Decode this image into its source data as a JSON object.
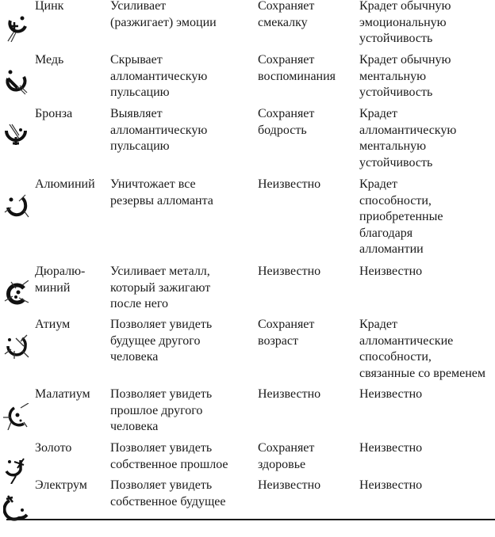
{
  "table": {
    "rows": [
      {
        "icon": "zinc-symbol-icon",
        "metal": "Цинк",
        "effect": "Усиливает\n(разжигает) эмоции",
        "preserves": "Сохраняет\nсмекалку",
        "steals": "Крадет обычную\nэмоциональную\nустойчивость"
      },
      {
        "icon": "copper-symbol-icon",
        "metal": "Медь",
        "effect": "Скрывает\nалломантическую\nпульсацию",
        "preserves": "Сохраняет\nвоспоминания",
        "steals": "Крадет обычную\nментальную\nустойчивость"
      },
      {
        "icon": "bronze-symbol-icon",
        "metal": "Бронза",
        "effect": "Выявляет\nалломантическую\nпульсацию",
        "preserves": "Сохраняет\nбодрость",
        "steals": "Крадет\nалломантическую\nментальную\nустойчивость"
      },
      {
        "icon": "aluminum-symbol-icon",
        "metal": "Алюминий",
        "effect": "Уничтожает все\nрезервы алломанта",
        "preserves": "Неизвестно",
        "steals": "Крадет\nспособности,\nприобретенные\nблагодаря\nалломантии"
      },
      {
        "icon": "duralumin-symbol-icon",
        "metal": "Дюралю-\nминий",
        "effect": "Усиливает металл,\nкоторый зажигают\nпосле него",
        "preserves": "Неизвестно",
        "steals": "Неизвестно"
      },
      {
        "icon": "atium-symbol-icon",
        "metal": "Атиум",
        "effect": "Позволяет увидеть\nбудущее другого\nчеловека",
        "preserves": "Сохраняет\nвозраст",
        "steals": "Крадет\nалломантические\nспособности,\nсвязанные со временем"
      },
      {
        "icon": "malatium-symbol-icon",
        "metal": "Малатиум",
        "effect": "Позволяет увидеть\nпрошлое другого\nчеловека",
        "preserves": "Неизвестно",
        "steals": "Неизвестно"
      },
      {
        "icon": "gold-symbol-icon",
        "metal": "Золото",
        "effect": "Позволяет увидеть\nсобственное прошлое",
        "preserves": "Сохраняет\nздоровье",
        "steals": "Неизвестно"
      },
      {
        "icon": "electrum-symbol-icon",
        "metal": "Электрум",
        "effect": "Позволяет увидеть\nсобственное будущее",
        "preserves": "Неизвестно",
        "steals": "Неизвестно"
      }
    ]
  }
}
